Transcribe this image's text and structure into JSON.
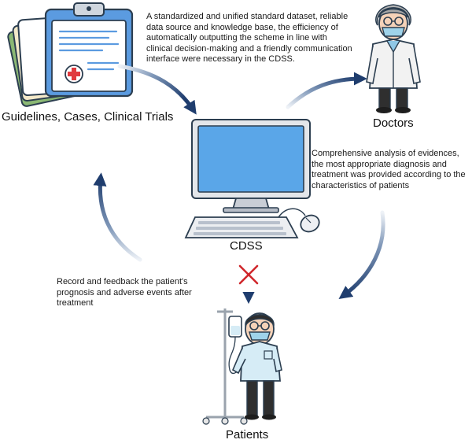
{
  "diagram": {
    "nodes": {
      "sources": {
        "label": "Guidelines, Cases, Clinical Trials",
        "icon": "clipboard-documents-icon"
      },
      "doctors": {
        "label": "Doctors",
        "icon": "doctor-icon"
      },
      "cdss": {
        "label": "CDSS",
        "icon": "computer-icon"
      },
      "patients": {
        "label": "Patients",
        "icon": "patient-iv-icon"
      }
    },
    "notes": {
      "top": "A standardized and unified standard dataset, reliable data source and knowledge base, the efficiency of automatically outputting the scheme in line with clinical decision-making and a friendly communication interface were necessary in the CDSS.",
      "right": "Comprehensive analysis of evidences, the most appropriate diagnosis and treatment was provided according to the characteristics of patients",
      "left": "Record and feedback the patient's prognosis and adverse events after treatment"
    },
    "colors": {
      "arrow_dark": "#1f3d6e",
      "arrow_light": "#dfe6ef",
      "blocked_x": "#d0262b",
      "screen": "#5aa6e8",
      "coat": "#f2f2f2",
      "patient_shirt": "#d6ecf6"
    }
  }
}
